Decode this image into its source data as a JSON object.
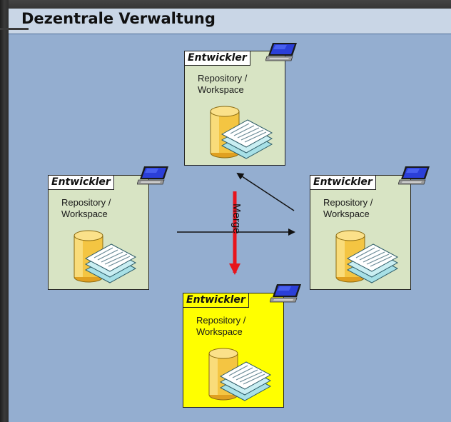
{
  "title": "Dezentrale Verwaltung",
  "colors": {
    "canvas": "#94aed0",
    "node_green": "#d8e4c4",
    "node_highlight": "#ffff00",
    "merge_arrow": "#e8141c",
    "plain_arrow": "#111111"
  },
  "nodes": [
    {
      "id": "top",
      "label": "Entwickler",
      "desc_line1": "Repository /",
      "desc_line2": "Workspace",
      "highlight": false,
      "icon": "laptop-icon"
    },
    {
      "id": "left",
      "label": "Entwickler",
      "desc_line1": "Repository /",
      "desc_line2": "Workspace",
      "highlight": false,
      "icon": "laptop-icon"
    },
    {
      "id": "right",
      "label": "Entwickler",
      "desc_line1": "Repository /",
      "desc_line2": "Workspace",
      "highlight": false,
      "icon": "laptop-icon"
    },
    {
      "id": "bottom",
      "label": "Entwickler",
      "desc_line1": "Repository /",
      "desc_line2": "Workspace",
      "highlight": true,
      "icon": "laptop-icon"
    }
  ],
  "edges": [
    {
      "from": "left",
      "to": "right",
      "style": "plain"
    },
    {
      "from": "right",
      "to": "top",
      "style": "plain"
    },
    {
      "from": "top",
      "to": "bottom",
      "style": "merge",
      "label": "Merge"
    }
  ]
}
